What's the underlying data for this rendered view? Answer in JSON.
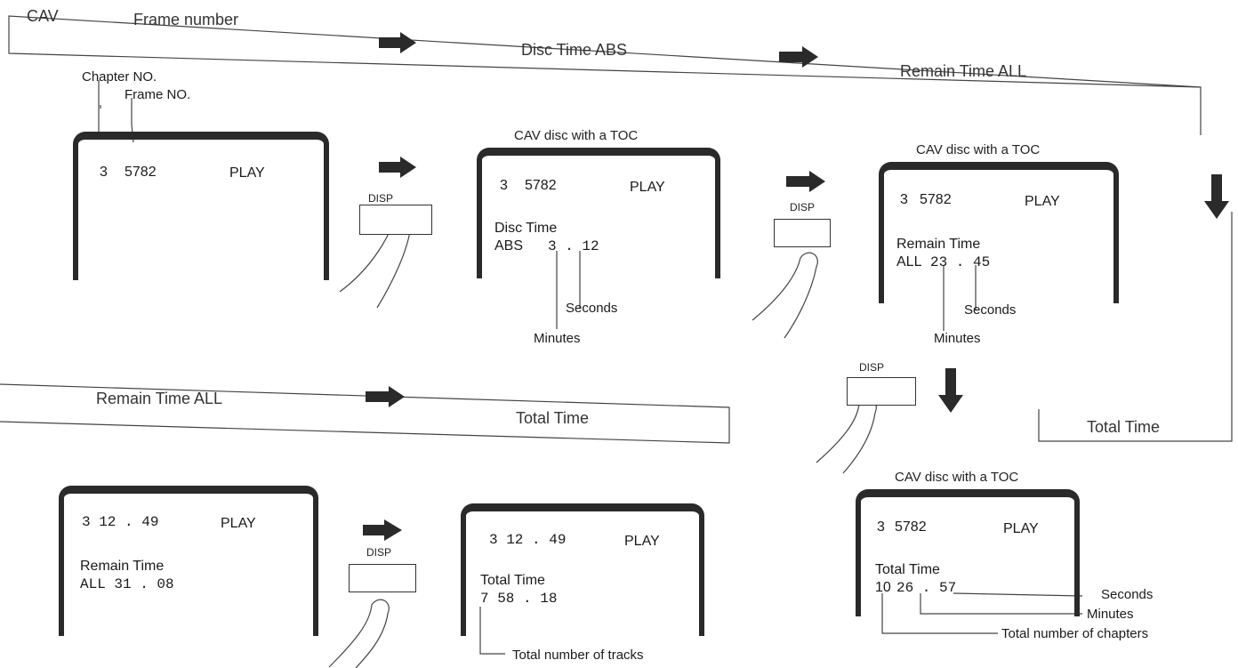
{
  "header_top": {
    "cav": "CAV",
    "step1": "Frame number",
    "step2": "Disc Time ABS",
    "step3": "Remain Time ALL"
  },
  "header_bottom": {
    "step1": "Remain Time ALL",
    "step2": "Total Time"
  },
  "side_box": {
    "label": "Total Time"
  },
  "callouts": {
    "chapter_no": "Chapter NO.",
    "frame_no": "Frame NO."
  },
  "disp_label": "DISP",
  "screens": {
    "s1": {
      "chapter": "3",
      "frame": "5782",
      "mode": "PLAY"
    },
    "s2": {
      "caption": "CAV disc with a TOC",
      "chapter": "3",
      "frame": "5782",
      "mode": "PLAY",
      "line3": "Disc Time",
      "line4_prefix": "ABS",
      "line4_value": "3 . 12",
      "seconds": "Seconds",
      "minutes": "Minutes"
    },
    "s3": {
      "caption": "CAV disc with a TOC",
      "chapter": "3",
      "frame": "5782",
      "mode": "PLAY",
      "line3": "Remain Time",
      "line4_prefix": "ALL",
      "line4_value": "23 . 45",
      "seconds": "Seconds",
      "minutes": "Minutes"
    },
    "s4": {
      "top": "3 12 . 49",
      "mode": "PLAY",
      "line3": "Remain Time",
      "line4": "ALL 31 . 08"
    },
    "s5": {
      "top": "3 12 . 49",
      "mode": "PLAY",
      "line3": "Total Time",
      "line4": "7 58 . 18",
      "tracks": "Total number of tracks"
    },
    "s6": {
      "caption": "CAV disc with a TOC",
      "chapter": "3",
      "frame": "5782",
      "mode": "PLAY",
      "line3": "Total Time",
      "line4_prefix": "10",
      "line4_value": "26 . 57",
      "seconds": "Seconds",
      "minutes": "Minutes",
      "chapters": "Total number of chapters"
    }
  },
  "icons": {
    "arrow_right": "arrow-right-icon",
    "arrow_down": "arrow-down-icon",
    "finger": "finger-press-icon"
  }
}
